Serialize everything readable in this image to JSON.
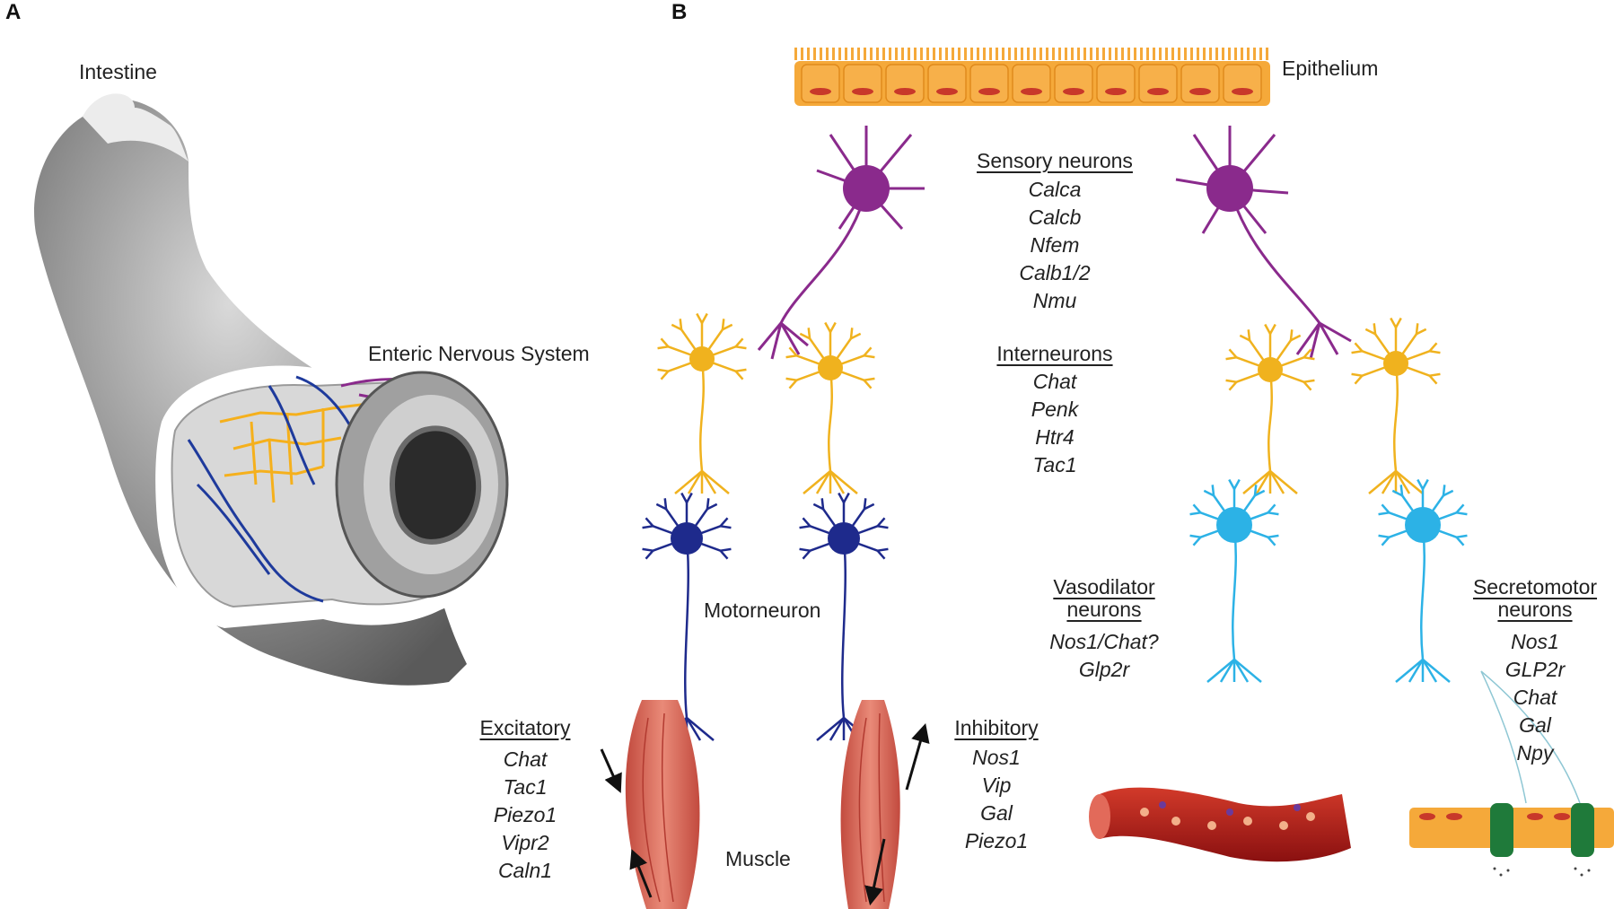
{
  "panels": {
    "a": "A",
    "b": "B"
  },
  "panel_a": {
    "intestine": "Intestine",
    "ens": "Enteric Nervous System"
  },
  "panel_b": {
    "epithelium": "Epithelium",
    "sensory": {
      "title": "Sensory neurons",
      "genes": [
        "Calca",
        "Calcb",
        "Nfem",
        "Calb1/2",
        "Nmu"
      ]
    },
    "inter": {
      "title": "Interneurons",
      "genes": [
        "Chat",
        "Penk",
        "Htr4",
        "Tac1"
      ]
    },
    "motorneuron": "Motorneuron",
    "excitatory": {
      "title": "Excitatory",
      "genes": [
        "Chat",
        "Tac1",
        "Piezo1",
        "Vipr2",
        "Caln1"
      ]
    },
    "inhibitory": {
      "title": "Inhibitory",
      "genes": [
        "Nos1",
        "Vip",
        "Gal",
        "Piezo1"
      ]
    },
    "muscle": "Muscle",
    "vasodilator": {
      "title_1": "Vasodilator",
      "title_2": "neurons",
      "genes": [
        "Nos1/Chat?",
        "Glp2r"
      ]
    },
    "secretomotor": {
      "title_1": "Secretomotor",
      "title_2": "neurons",
      "genes": [
        "Nos1",
        "GLP2r",
        "Chat",
        "Gal",
        "Npy"
      ]
    }
  },
  "colors": {
    "sensory": "#8a2a8c",
    "inter": "#f0b21e",
    "motor": "#1e2a8c",
    "vaso_secreto": "#2cb2e6",
    "muscle": "#d9685a",
    "epithelium": "#f5a93a",
    "vessel": "#b51e1e",
    "secretory_cell": "#1f7a3a"
  }
}
